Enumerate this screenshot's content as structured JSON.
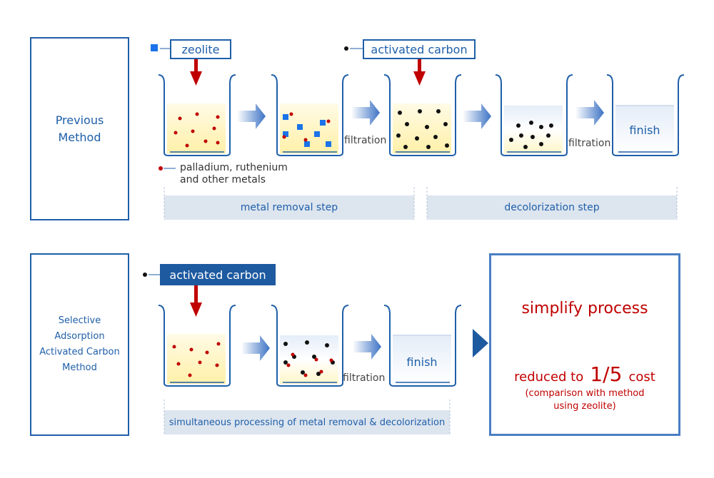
{
  "colors": {
    "accent_blue": "#1f5fa8",
    "red": "#c00000",
    "band": "#dde5ef",
    "liquid_yellow": "#fff2b5",
    "zeolite_blue": "#1a73e8"
  },
  "previous": {
    "method_label": "Previous\nMethod",
    "zeolite_tag": "zeolite",
    "carbon_tag": "activated carbon",
    "filtration_1": "filtration",
    "filtration_2": "filtration",
    "finish": "finish",
    "metals_legend": "palladium, ruthenium\nand other metals",
    "metal_step": "metal removal step",
    "decolor_step": "decolorization step"
  },
  "selective": {
    "method_label": "Selective\nAdsorption\nActivated Carbon\nMethod",
    "carbon_tag": "activated carbon",
    "filtration": "filtration",
    "finish": "finish",
    "combined_step": "simultaneous processing of metal removal & decolorization"
  },
  "result": {
    "headline": "simplify process",
    "reduced_prefix": "reduced to",
    "fraction": "1/5",
    "reduced_suffix": "cost",
    "note": "(comparison with method\nusing zeolite)"
  }
}
